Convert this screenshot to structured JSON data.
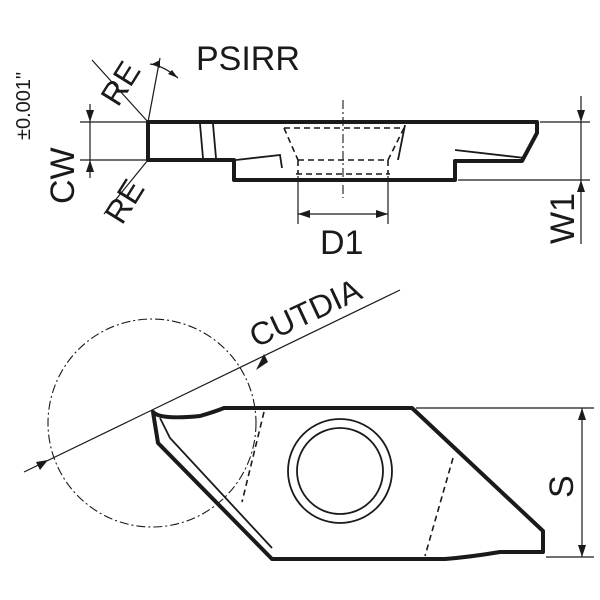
{
  "labels": {
    "psirr": "PSIRR",
    "re_top": "RE",
    "re_bottom": "RE",
    "tolerance": "±0.001\"",
    "cw": "CW",
    "w1": "W1",
    "d1": "D1",
    "cutdia": "CUTDIA",
    "s": "S"
  },
  "colors": {
    "line": "#1a1a1a",
    "background": "#ffffff"
  }
}
